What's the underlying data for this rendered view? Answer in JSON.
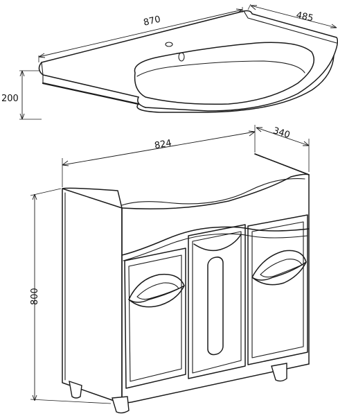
{
  "diagram": {
    "sink": {
      "dimensions": {
        "width": "870",
        "depth": "485",
        "height": "200"
      }
    },
    "cabinet": {
      "dimensions": {
        "width": "824",
        "depth": "340",
        "height": "800"
      }
    }
  }
}
